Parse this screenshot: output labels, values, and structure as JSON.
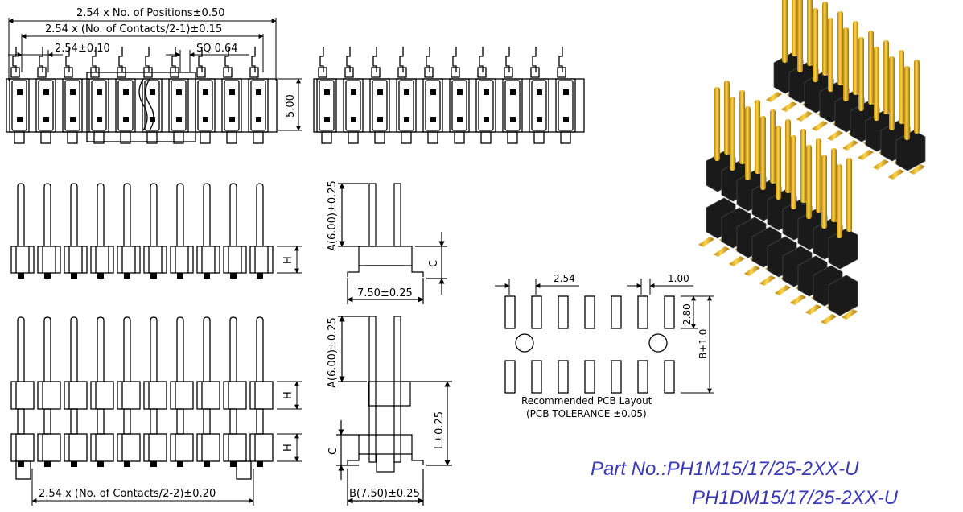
{
  "dims": {
    "positions": "2.54 x No. of Positions±0.50",
    "contacts_half": "2.54 x (No. of Contacts/2-1)±0.15",
    "pitch": "2.54±0.10",
    "sq": "SQ 0.64",
    "height5": "5.00",
    "h_label": "H",
    "a_label": "A(6.00)±0.25",
    "c_label": "C",
    "width750": "7.50±0.25",
    "contacts_bottom": "2.54 x (No. of Contacts/2-2)±0.20",
    "b750": "B(7.50)±0.25",
    "l_label": "L±0.25"
  },
  "pcb": {
    "pitch": "2.54",
    "pad_w": "1.00",
    "pad_h": "2.80",
    "b_plus": "B+1.0",
    "caption1": "Recommended PCB Layout",
    "caption2": "(PCB TOLERANCE ±0.05)"
  },
  "part_no": {
    "line1": "Part No.:PH1M15/17/25-2XX-U",
    "line2": "PH1DM15/17/25-2XX-U"
  },
  "colors": {
    "accent": "#3a3ab8",
    "pin_gold": "#e2b516",
    "body_black": "#1a1a1a"
  }
}
